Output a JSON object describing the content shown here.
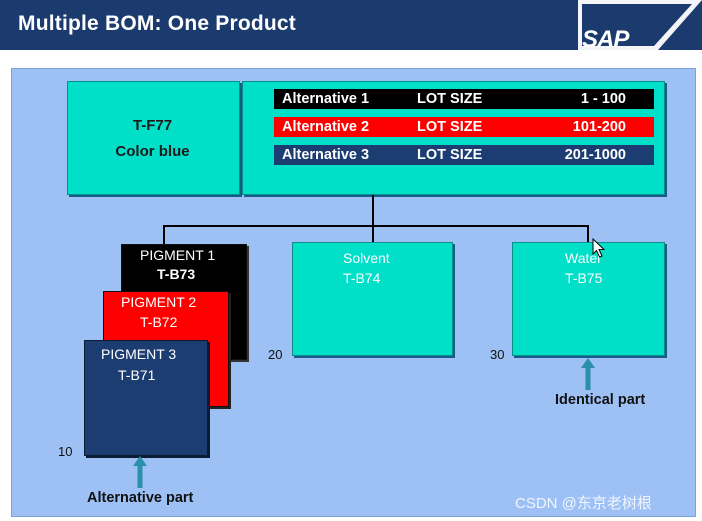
{
  "header": {
    "title": "Multiple BOM: One Product",
    "logo": "SAP"
  },
  "product": {
    "code": "T-F77",
    "description": "Color blue"
  },
  "alternatives": [
    {
      "name": "Alternative 1",
      "lot_label": "LOT SIZE",
      "range": "1 - 100",
      "color": "#000000"
    },
    {
      "name": "Alternative 2",
      "lot_label": "LOT SIZE",
      "range": "101-200",
      "color": "#ff0000"
    },
    {
      "name": "Alternative 3",
      "lot_label": "LOT SIZE",
      "range": "201-1000",
      "color": "#1c3d72"
    }
  ],
  "components": {
    "pigments": [
      {
        "name": "PIGMENT 1",
        "code": "T-B73",
        "color": "#000000"
      },
      {
        "name": "PIGMENT 2",
        "code": "T-B72",
        "color": "#ff0000"
      },
      {
        "name": "PIGMENT 3",
        "code": "T-B71",
        "color": "#1c3d72"
      }
    ],
    "pigment_position": "10",
    "pigment_note": "Alternative part",
    "solvent": {
      "name": "Solvent",
      "code": "T-B74",
      "position": "20"
    },
    "water": {
      "name": "Water",
      "code": "T-B75",
      "position": "30",
      "note": "Identical part"
    }
  },
  "colors": {
    "teal": "#00dfc8",
    "slide_bg": "#9dc0f5",
    "header_bg": "#1b3a6e",
    "arrow": "#2a8fa8"
  },
  "watermark": "CSDN @东京老树根"
}
